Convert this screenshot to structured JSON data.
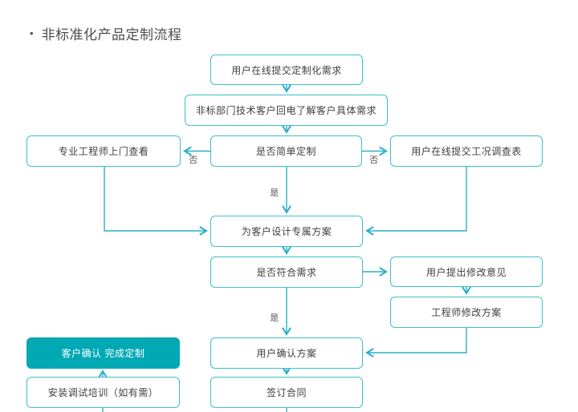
{
  "page": {
    "bullet": "•",
    "title": "非标准化产品定制流程"
  },
  "flowchart": {
    "nodes": {
      "submit_requirement": {
        "label": "用户在线提交定制化需求"
      },
      "tech_callback": {
        "label": "非标部门技术客户回电了解客户具体需求"
      },
      "engineer_visit": {
        "label": "专业工程师上门查看"
      },
      "is_simple_custom": {
        "label": "是否简单定制"
      },
      "submit_survey": {
        "label": "用户在线提交工况调查表"
      },
      "design_plan": {
        "label": "为客户设计专属方案"
      },
      "meets_requirement": {
        "label": "是否符合需求"
      },
      "user_feedback": {
        "label": "用户提出修改意见"
      },
      "engineer_revise": {
        "label": "工程师修改方案"
      },
      "user_confirm": {
        "label": "用户确认方案"
      },
      "sign_contract": {
        "label": "签订合同"
      },
      "custom_complete": {
        "label": "客户确认 完成定制"
      },
      "install_training": {
        "label": "安装调试培训（如有需）"
      }
    },
    "edge_labels": {
      "no_to_visit": "否",
      "no_to_survey": "否",
      "yes_to_design": "是",
      "yes_to_confirm": "是"
    },
    "colors": {
      "box_border": "#3cc0cc",
      "connector_line": "#2bafc9",
      "highlight_fill": "#00a9b4",
      "highlight_text": "#ffffff",
      "box_text": "#404040",
      "label_text": "#595959",
      "title_text": "#4d4d4d"
    }
  }
}
